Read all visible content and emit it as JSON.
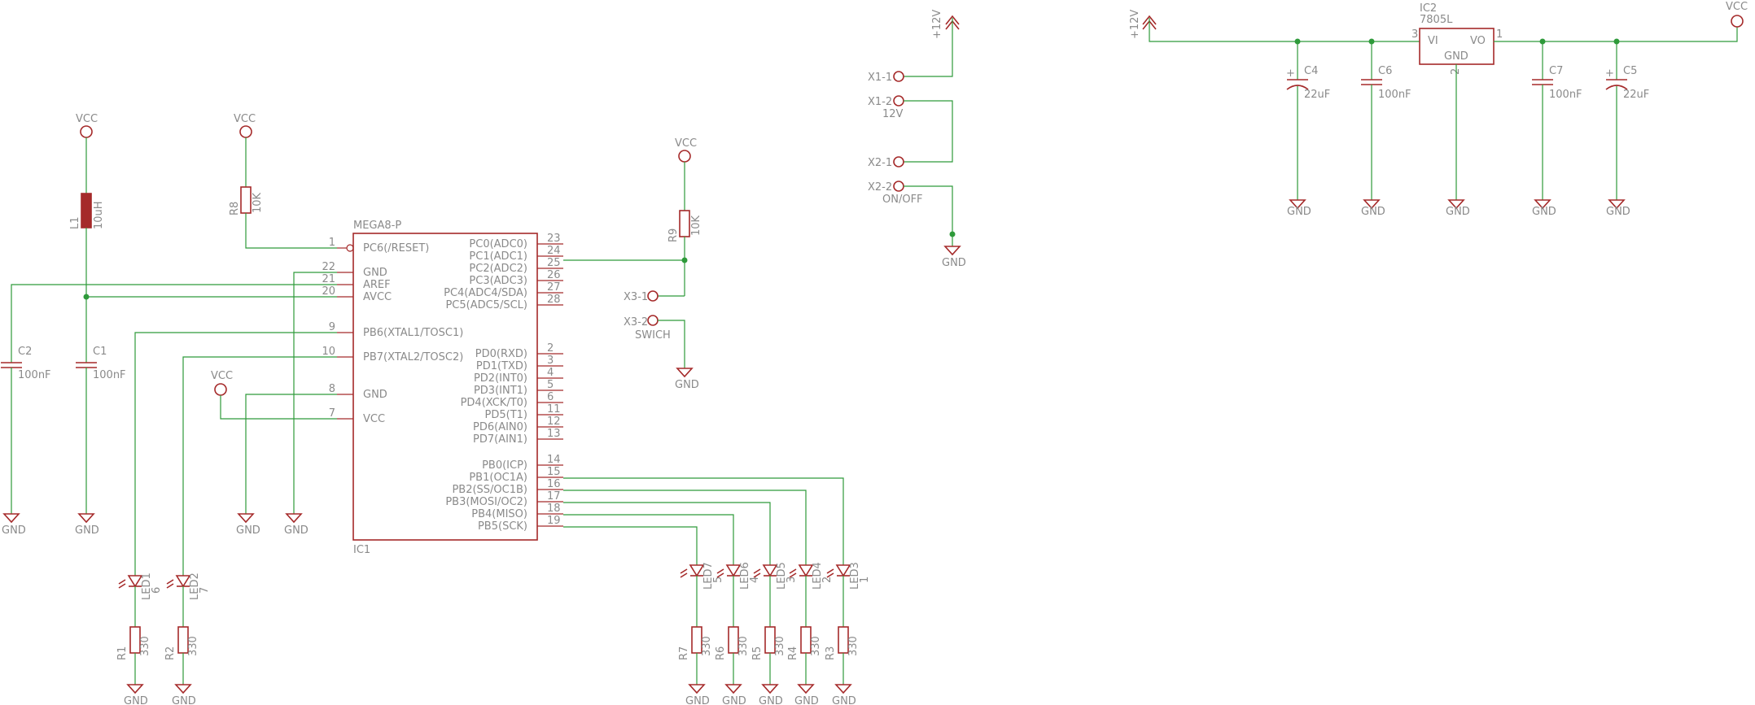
{
  "nets": {
    "vcc": "VCC",
    "gnd": "GND",
    "plus12v": "+12V"
  },
  "ic1": {
    "part": "MEGA8-P",
    "name": "IC1",
    "left_pins": [
      {
        "num": "1",
        "name": "PC6(/RESET)"
      },
      {
        "num": "22",
        "name": "GND"
      },
      {
        "num": "21",
        "name": "AREF"
      },
      {
        "num": "20",
        "name": "AVCC"
      },
      {
        "num": "9",
        "name": "PB6(XTAL1/TOSC1)"
      },
      {
        "num": "10",
        "name": "PB7(XTAL2/TOSC2)"
      },
      {
        "num": "8",
        "name": "GND"
      },
      {
        "num": "7",
        "name": "VCC"
      }
    ],
    "right_pins": [
      {
        "num": "23",
        "name": "PC0(ADC0)"
      },
      {
        "num": "24",
        "name": "PC1(ADC1)"
      },
      {
        "num": "25",
        "name": "PC2(ADC2)"
      },
      {
        "num": "26",
        "name": "PC3(ADC3)"
      },
      {
        "num": "27",
        "name": "PC4(ADC4/SDA)"
      },
      {
        "num": "28",
        "name": "PC5(ADC5/SCL)"
      },
      {
        "num": "2",
        "name": "PD0(RXD)"
      },
      {
        "num": "3",
        "name": "PD1(TXD)"
      },
      {
        "num": "4",
        "name": "PD2(INT0)"
      },
      {
        "num": "5",
        "name": "PD3(INT1)"
      },
      {
        "num": "6",
        "name": "PD4(XCK/T0)"
      },
      {
        "num": "11",
        "name": "PD5(T1)"
      },
      {
        "num": "12",
        "name": "PD6(AIN0)"
      },
      {
        "num": "13",
        "name": "PD7(AIN1)"
      },
      {
        "num": "14",
        "name": "PB0(ICP)"
      },
      {
        "num": "15",
        "name": "PB1(OC1A)"
      },
      {
        "num": "16",
        "name": "PB2(SS/OC1B)"
      },
      {
        "num": "17",
        "name": "PB3(MOSI/OC2)"
      },
      {
        "num": "18",
        "name": "PB4(MISO)"
      },
      {
        "num": "19",
        "name": "PB5(SCK)"
      }
    ]
  },
  "l1": {
    "name": "L1",
    "value": "10uH"
  },
  "c1": {
    "name": "C1",
    "value": "100nF"
  },
  "c2": {
    "name": "C2",
    "value": "100nF"
  },
  "r8": {
    "name": "R8",
    "value": "10K"
  },
  "r9": {
    "name": "R9",
    "value": "10K"
  },
  "leds": [
    {
      "name": "LED1",
      "extra": "6",
      "r_name": "R1",
      "r_value": "330"
    },
    {
      "name": "LED2",
      "extra": "7",
      "r_name": "R2",
      "r_value": "330"
    },
    {
      "name": "LED7",
      "extra": "5",
      "r_name": "R7",
      "r_value": "330"
    },
    {
      "name": "LED6",
      "extra": "4",
      "r_name": "R6",
      "r_value": "330"
    },
    {
      "name": "LED5",
      "extra": "3",
      "r_name": "R5",
      "r_value": "330"
    },
    {
      "name": "LED4",
      "extra": "2",
      "r_name": "R4",
      "r_value": "330"
    },
    {
      "name": "LED3",
      "extra": "1",
      "r_name": "R3",
      "r_value": "330"
    }
  ],
  "connectors": {
    "x1_1": "X1-1",
    "x1_2": "X1-2",
    "x1_label": "12V",
    "x2_1": "X2-1",
    "x2_2": "X2-2",
    "x2_label": "ON/OFF",
    "x3_1": "X3-1",
    "x3_2": "X3-2",
    "x3_label": "SWICH"
  },
  "ic2": {
    "name": "IC2",
    "part": "7805L",
    "vi": "VI",
    "vo": "VO",
    "gnd": "GND",
    "pin_in": "3",
    "pin_out": "1",
    "pin_gnd": "2"
  },
  "reg_caps": [
    {
      "name": "C4",
      "value": "22uF"
    },
    {
      "name": "C6",
      "value": "100nF"
    },
    {
      "name": "C7",
      "value": "100nF"
    },
    {
      "name": "C5",
      "value": "22uF"
    }
  ],
  "colors": {
    "wire": "#2e9a3a",
    "symbol": "#a52a2a",
    "text": "#8a8a8a"
  }
}
